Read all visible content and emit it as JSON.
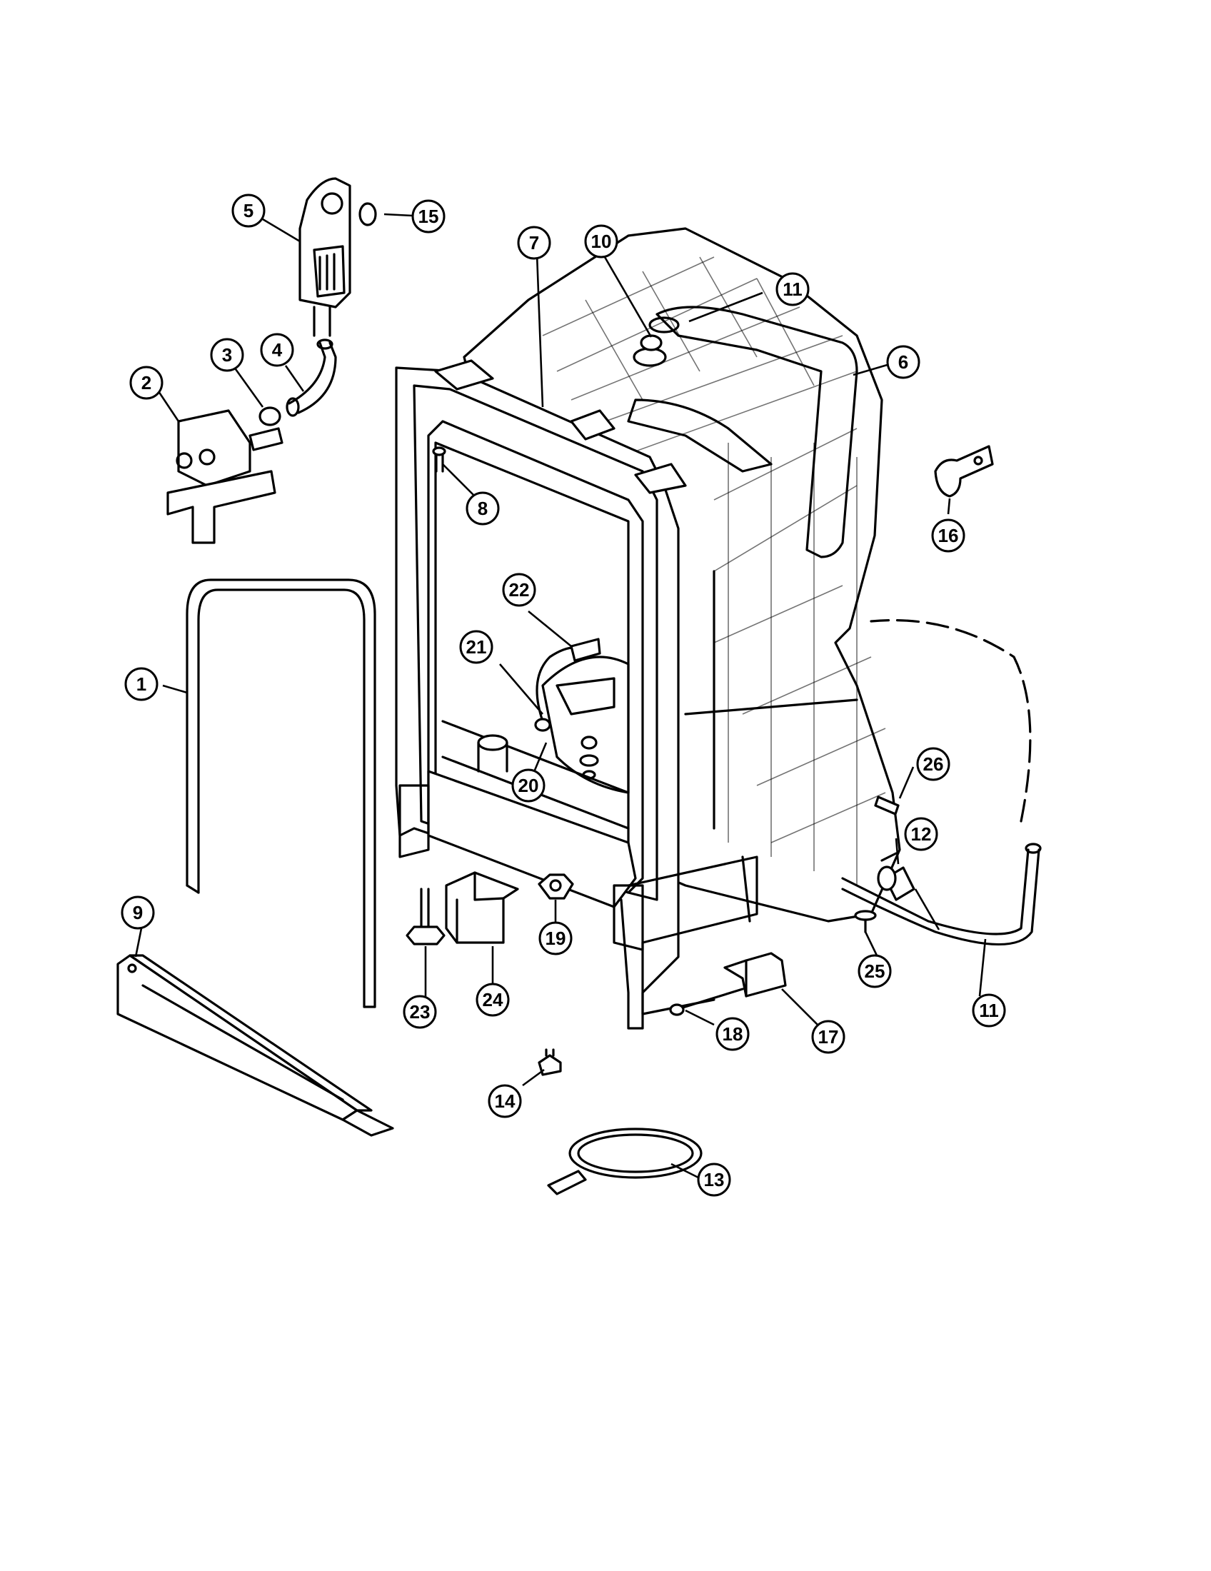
{
  "callouts": [
    {
      "id": "c1",
      "label": "1"
    },
    {
      "id": "c2",
      "label": "2"
    },
    {
      "id": "c3",
      "label": "3"
    },
    {
      "id": "c4",
      "label": "4"
    },
    {
      "id": "c5",
      "label": "5"
    },
    {
      "id": "c6",
      "label": "6"
    },
    {
      "id": "c7",
      "label": "7"
    },
    {
      "id": "c8",
      "label": "8"
    },
    {
      "id": "c9",
      "label": "9"
    },
    {
      "id": "c10",
      "label": "10"
    },
    {
      "id": "c11a",
      "label": "11"
    },
    {
      "id": "c11b",
      "label": "11"
    },
    {
      "id": "c12",
      "label": "12"
    },
    {
      "id": "c13",
      "label": "13"
    },
    {
      "id": "c14",
      "label": "14"
    },
    {
      "id": "c15",
      "label": "15"
    },
    {
      "id": "c16",
      "label": "16"
    },
    {
      "id": "c17",
      "label": "17"
    },
    {
      "id": "c18",
      "label": "18"
    },
    {
      "id": "c19",
      "label": "19"
    },
    {
      "id": "c20",
      "label": "20"
    },
    {
      "id": "c21",
      "label": "21"
    },
    {
      "id": "c22",
      "label": "22"
    },
    {
      "id": "c23",
      "label": "23"
    },
    {
      "id": "c24",
      "label": "24"
    },
    {
      "id": "c25",
      "label": "25"
    },
    {
      "id": "c26",
      "label": "26"
    }
  ]
}
